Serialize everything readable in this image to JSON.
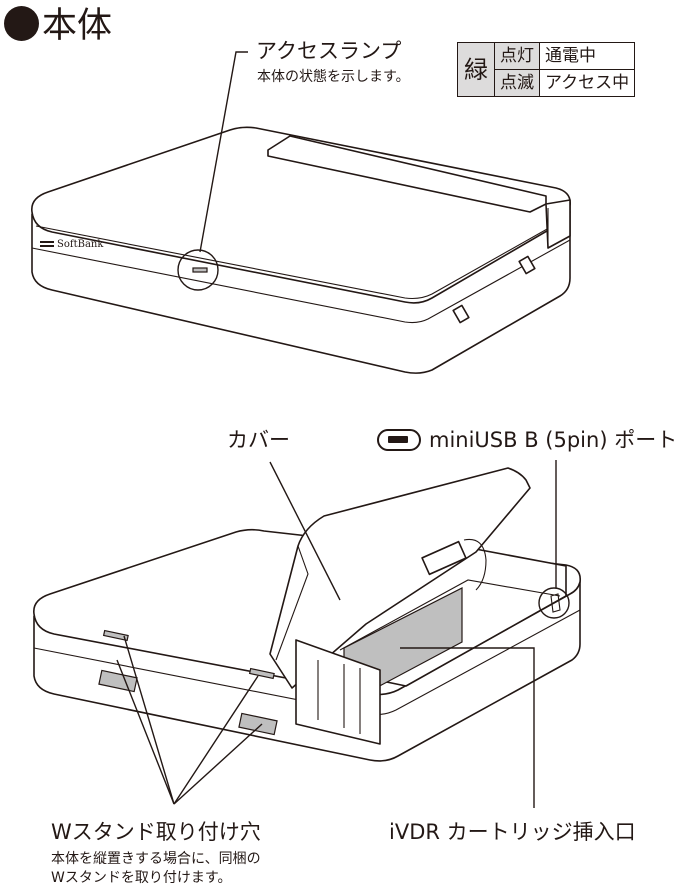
{
  "title": "本体",
  "access_lamp": {
    "label": "アクセスランプ",
    "description": "本体の状態を示します。"
  },
  "legend": {
    "color": "緑",
    "rows": [
      {
        "state": "点灯",
        "meaning": "通電中"
      },
      {
        "state": "点滅",
        "meaning": "アクセス中"
      }
    ]
  },
  "device_brand": "SoftBank",
  "callouts": {
    "cover": "カバー",
    "usb": "miniUSB B (5pin) ポート",
    "usb_icon": "mini-usb-port-icon",
    "wstand_title": "Wスタンド取り付け穴",
    "wstand_desc_line1": "本体を縦置きする場合に、同梱の",
    "wstand_desc_line2": "Wスタンドを取り付けます。",
    "ivdr": "iVDR カートリッジ挿入口"
  }
}
